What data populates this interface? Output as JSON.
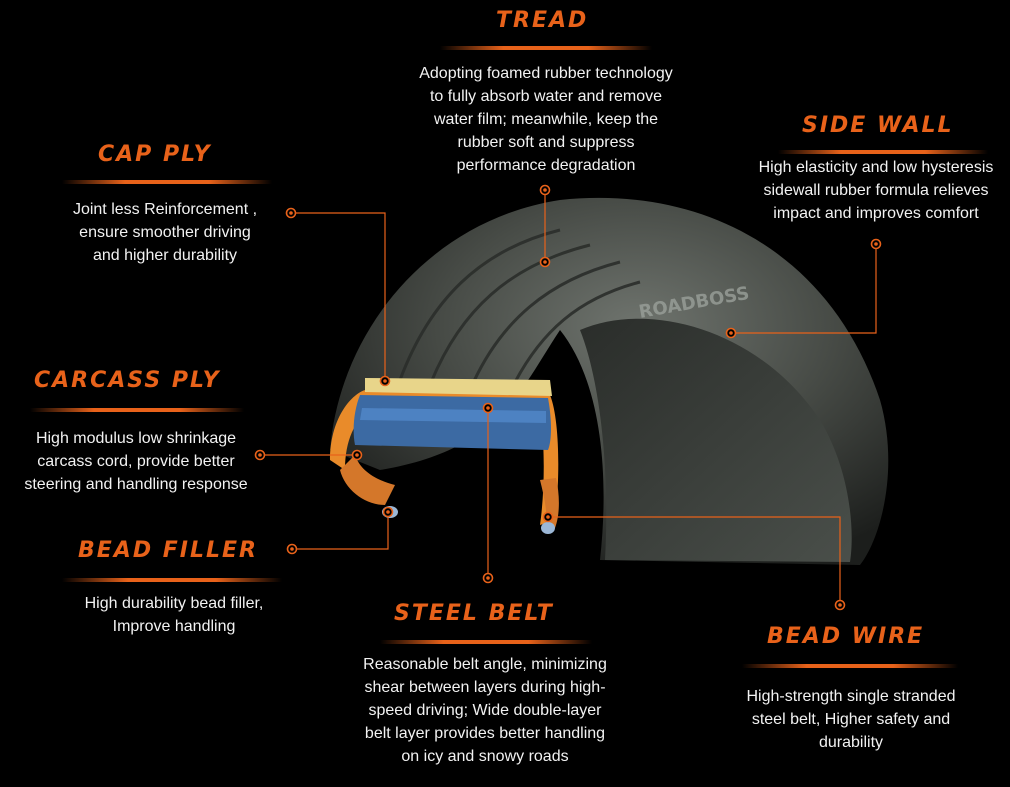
{
  "colors": {
    "accent": "#e8621a",
    "background": "#000000",
    "text": "#f2f2f2"
  },
  "sections": {
    "tread": {
      "title": "TREAD",
      "lines": [
        "Adopting foamed rubber technology",
        "to fully absorb water and remove",
        "water film; meanwhile, keep the",
        "rubber soft and suppress",
        "performance degradation"
      ]
    },
    "side_wall": {
      "title": "SIDE WALL",
      "lines": [
        "High elasticity and low hysteresis",
        "sidewall rubber formula relieves",
        "impact and improves comfort"
      ]
    },
    "cap_ply": {
      "title": "CAP PLY",
      "lines": [
        "Joint less Reinforcement ,",
        "ensure smoother driving",
        "and higher durability"
      ]
    },
    "carcass_ply": {
      "title": "CARCASS PLY",
      "lines": [
        "High modulus low shrinkage",
        "carcass cord, provide better",
        "steering and handling response"
      ]
    },
    "bead_filler": {
      "title": "BEAD FILLER",
      "lines": [
        "High durability bead filler,",
        "Improve handling"
      ]
    },
    "steel_belt": {
      "title": "STEEL BELT",
      "lines": [
        "Reasonable belt angle, minimizing",
        "shear between layers during high-",
        "speed driving; Wide double-layer",
        "belt layer provides better handling",
        "on icy and snowy roads"
      ]
    },
    "bead_wire": {
      "title": "BEAD WIRE",
      "lines": [
        "High-strength single stranded",
        "steel belt, Higher safety and",
        "durability"
      ]
    }
  }
}
